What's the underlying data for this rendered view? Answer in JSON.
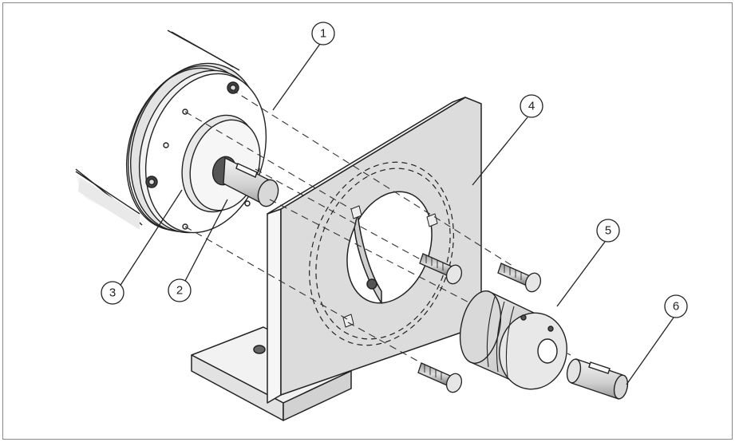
{
  "callouts": [
    {
      "label": "1"
    },
    {
      "label": "2"
    },
    {
      "label": "3"
    },
    {
      "label": "4"
    },
    {
      "label": "5"
    },
    {
      "label": "6"
    }
  ],
  "colors": {
    "frame": "#8a8a8a",
    "line": "#222222",
    "plate_face": "#dcdcdc",
    "plate_side": "#f4f4f4",
    "metal_light": "#e6e6e6",
    "metal_mid": "#bdbdbd",
    "metal_dark": "#7a7a7a"
  }
}
